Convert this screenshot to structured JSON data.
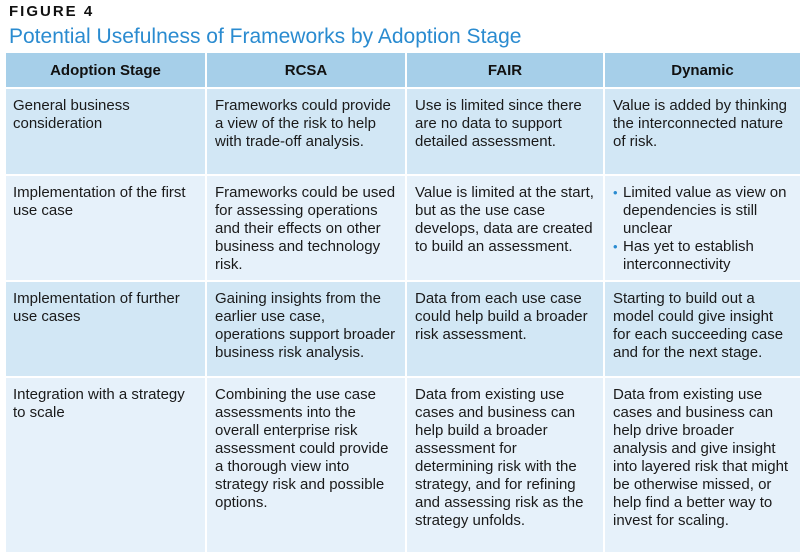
{
  "figure_label": "FIGURE 4",
  "title": "Potential Usefulness of Frameworks by Adoption Stage",
  "headers": [
    "Adoption Stage",
    "RCSA",
    "FAIR",
    "Dynamic"
  ],
  "rows": [
    {
      "stage": "General business consideration",
      "rcsa": "Frameworks could provide a view of the risk to help with trade-off analysis.",
      "fair": "Use is limited since there are no data to support detailed assessment.",
      "dynamic": "Value is added by thinking the interconnected nature of risk."
    },
    {
      "stage": "Implementation of the first use case",
      "rcsa": "Frameworks could be used for assessing operations and their effects on other business and technology risk.",
      "fair": "Value is limited at the start, but as the use case develops, data are created to build an assessment.",
      "dynamic_bullets": [
        "Limited value as view on dependencies is still unclear",
        "Has yet to establish interconnectivity"
      ]
    },
    {
      "stage": "Implementation of further use cases",
      "rcsa": "Gaining insights from the earlier use case, operations support broader business risk analysis.",
      "fair": "Data from each use case could help build a broader risk assessment.",
      "dynamic": "Starting to build out a model could give insight for each succeeding case and for the next stage."
    },
    {
      "stage": "Integration with a strategy to scale",
      "rcsa": "Combining the use case assessments into the overall enterprise risk assessment could provide a thorough view into strategy risk and possible options.",
      "fair": "Data from existing use cases and business can help build a broader assessment for determining risk with the strategy, and for refining and assessing risk as the strategy unfolds.",
      "dynamic": "Data from existing use cases and business can help drive broader analysis and give insight into layered risk that might be otherwise missed, or help find a better way to invest for scaling."
    }
  ]
}
